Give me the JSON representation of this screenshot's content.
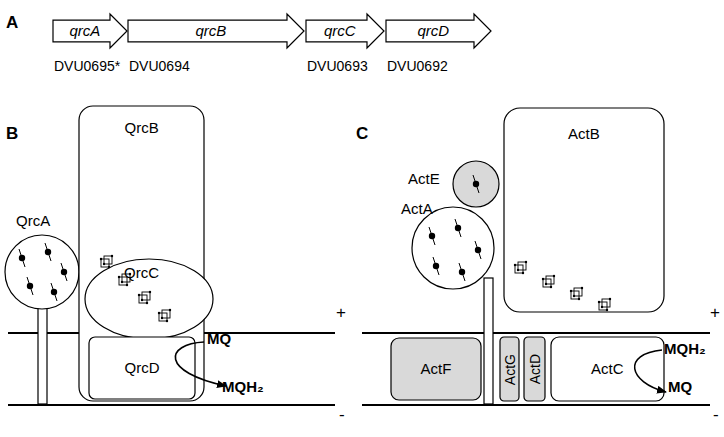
{
  "diagram": {
    "nodes": [
      {
        "text": [
          "qrcA",
          "DVU0695*"
        ]
      },
      {
        "text": [
          "qrcB",
          "DVU0694"
        ]
      },
      {
        "text": [
          "qrcC",
          "DVU0693"
        ]
      },
      {
        "text": [
          "qrcD",
          "DVU0692"
        ]
      },
      {
        "text": [
          "QrcA"
        ]
      },
      {
        "text": [
          "QrcB"
        ]
      },
      {
        "text": [
          "QrcC"
        ]
      },
      {
        "text": [
          "QrcD"
        ]
      },
      {
        "text": [
          "ActE"
        ]
      },
      {
        "text": [
          "ActA"
        ]
      },
      {
        "text": [
          "ActB"
        ]
      },
      {
        "text": [
          "ActF"
        ]
      },
      {
        "text": [
          "ActG"
        ]
      },
      {
        "text": [
          "ActD"
        ]
      },
      {
        "text": [
          "ActC"
        ]
      }
    ],
    "labels": [
      "A",
      "B",
      "C",
      "+",
      "-",
      "MQ",
      "MQH₂",
      "+",
      "-",
      "MQH₂",
      "MQ"
    ]
  }
}
